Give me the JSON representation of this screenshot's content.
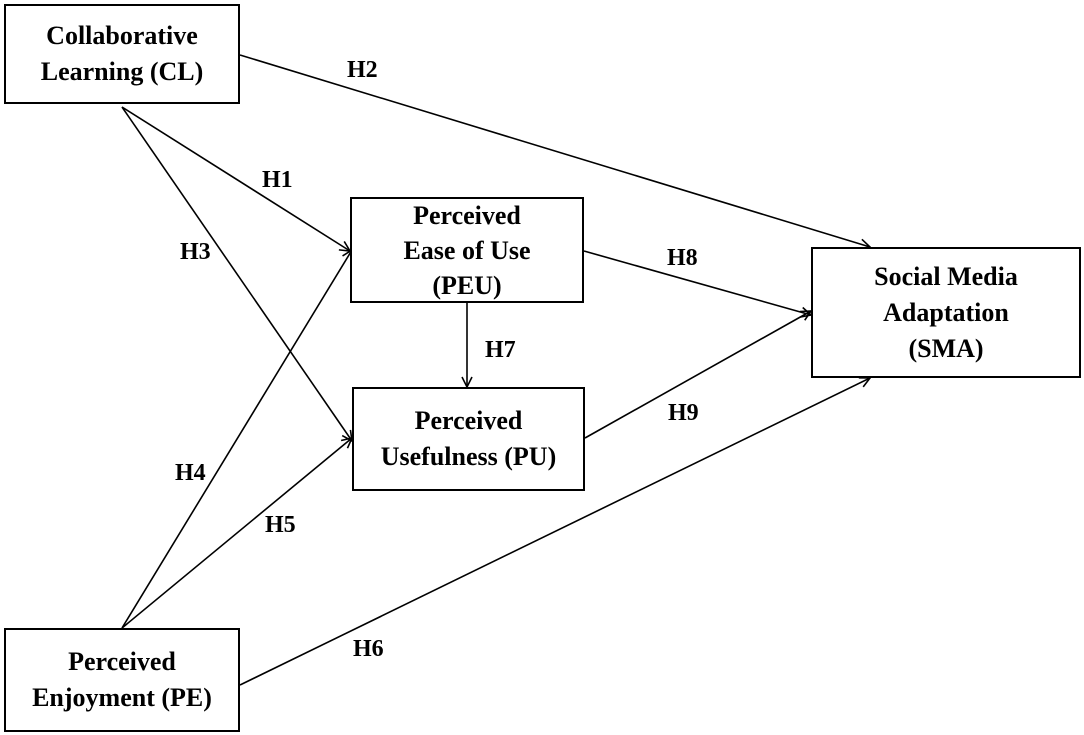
{
  "constructs": {
    "cl": {
      "line1": "Collaborative",
      "line2": "Learning (CL)"
    },
    "peu": {
      "line1": "Perceived",
      "line2": "Ease of Use",
      "line3": "(PEU)"
    },
    "pu": {
      "line1": "Perceived",
      "line2": "Usefulness (PU)"
    },
    "sma": {
      "line1": "Social Media",
      "line2": "Adaptation",
      "line3": "(SMA)"
    },
    "pe": {
      "line1": "Perceived",
      "line2": "Enjoyment (PE)"
    }
  },
  "hypotheses": [
    {
      "id": "H1",
      "from": "cl",
      "to": "peu"
    },
    {
      "id": "H2",
      "from": "cl",
      "to": "sma"
    },
    {
      "id": "H3",
      "from": "cl",
      "to": "pu"
    },
    {
      "id": "H4",
      "from": "pe",
      "to": "peu"
    },
    {
      "id": "H5",
      "from": "pe",
      "to": "pu"
    },
    {
      "id": "H6",
      "from": "pe",
      "to": "sma"
    },
    {
      "id": "H7",
      "from": "peu",
      "to": "pu"
    },
    {
      "id": "H8",
      "from": "peu",
      "to": "sma"
    },
    {
      "id": "H9",
      "from": "pu",
      "to": "sma"
    }
  ],
  "colors": {
    "stroke": "#000000",
    "background": "#ffffff"
  }
}
